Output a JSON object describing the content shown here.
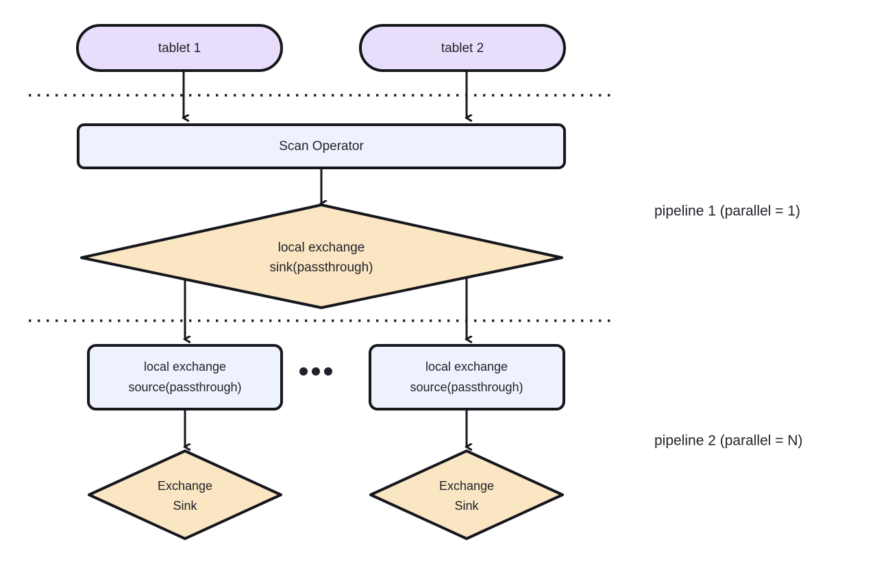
{
  "diagram": {
    "title": "query execution pipeline diagram",
    "background": "#ffffff",
    "palette": {
      "tablet_fill": "#E8DEFC",
      "operator_fill": "#EEF2FC",
      "exchange_fill": "#FAE6C3",
      "stroke": "#16161d",
      "text": "#22222a"
    },
    "nodes": {
      "tablet_1": {
        "label": "tablet 1",
        "shape": "stadium",
        "fill": "#E8DEFC"
      },
      "tablet_2": {
        "label": "tablet 2",
        "shape": "stadium",
        "fill": "#E8DEFC"
      },
      "scan_operator": {
        "label": "Scan Operator",
        "shape": "rounded-rect",
        "fill": "#EEF2FC"
      },
      "local_exchange_sink": {
        "label_line1": "local exchange",
        "label_line2": "sink(passthrough)",
        "shape": "diamond",
        "fill": "#FAE6C3"
      },
      "local_exchange_source_left": {
        "label_line1": "local exchange",
        "label_line2": "source(passthrough)",
        "shape": "rounded-rect",
        "fill": "#EEF2FC"
      },
      "local_exchange_source_right": {
        "label_line1": "local exchange",
        "label_line2": "source(passthrough)",
        "shape": "rounded-rect",
        "fill": "#EEF2FC"
      },
      "exchange_sink_left": {
        "label_line1": "Exchange",
        "label_line2": "Sink",
        "shape": "diamond",
        "fill": "#FAE6C3"
      },
      "exchange_sink_right": {
        "label_line1": "Exchange",
        "label_line2": "Sink",
        "shape": "diamond",
        "fill": "#FAE6C3"
      },
      "ellipsis": {
        "label": "•••",
        "meaning": "more parallel instances"
      }
    },
    "side_labels": [
      {
        "text": "pipeline 1 (parallel = 1)"
      },
      {
        "text": "pipeline 2 (parallel = N)"
      }
    ],
    "dividers": [
      {
        "name": "divider-top",
        "style": "dotted"
      },
      {
        "name": "divider-bottom",
        "style": "dotted"
      }
    ],
    "edges": [
      {
        "from": "tablet_1",
        "to": "scan_operator"
      },
      {
        "from": "tablet_2",
        "to": "scan_operator"
      },
      {
        "from": "scan_operator",
        "to": "local_exchange_sink"
      },
      {
        "from": "local_exchange_sink",
        "to": "local_exchange_source_left"
      },
      {
        "from": "local_exchange_sink",
        "to": "local_exchange_source_right"
      },
      {
        "from": "local_exchange_source_left",
        "to": "exchange_sink_left"
      },
      {
        "from": "local_exchange_source_right",
        "to": "exchange_sink_right"
      }
    ]
  }
}
